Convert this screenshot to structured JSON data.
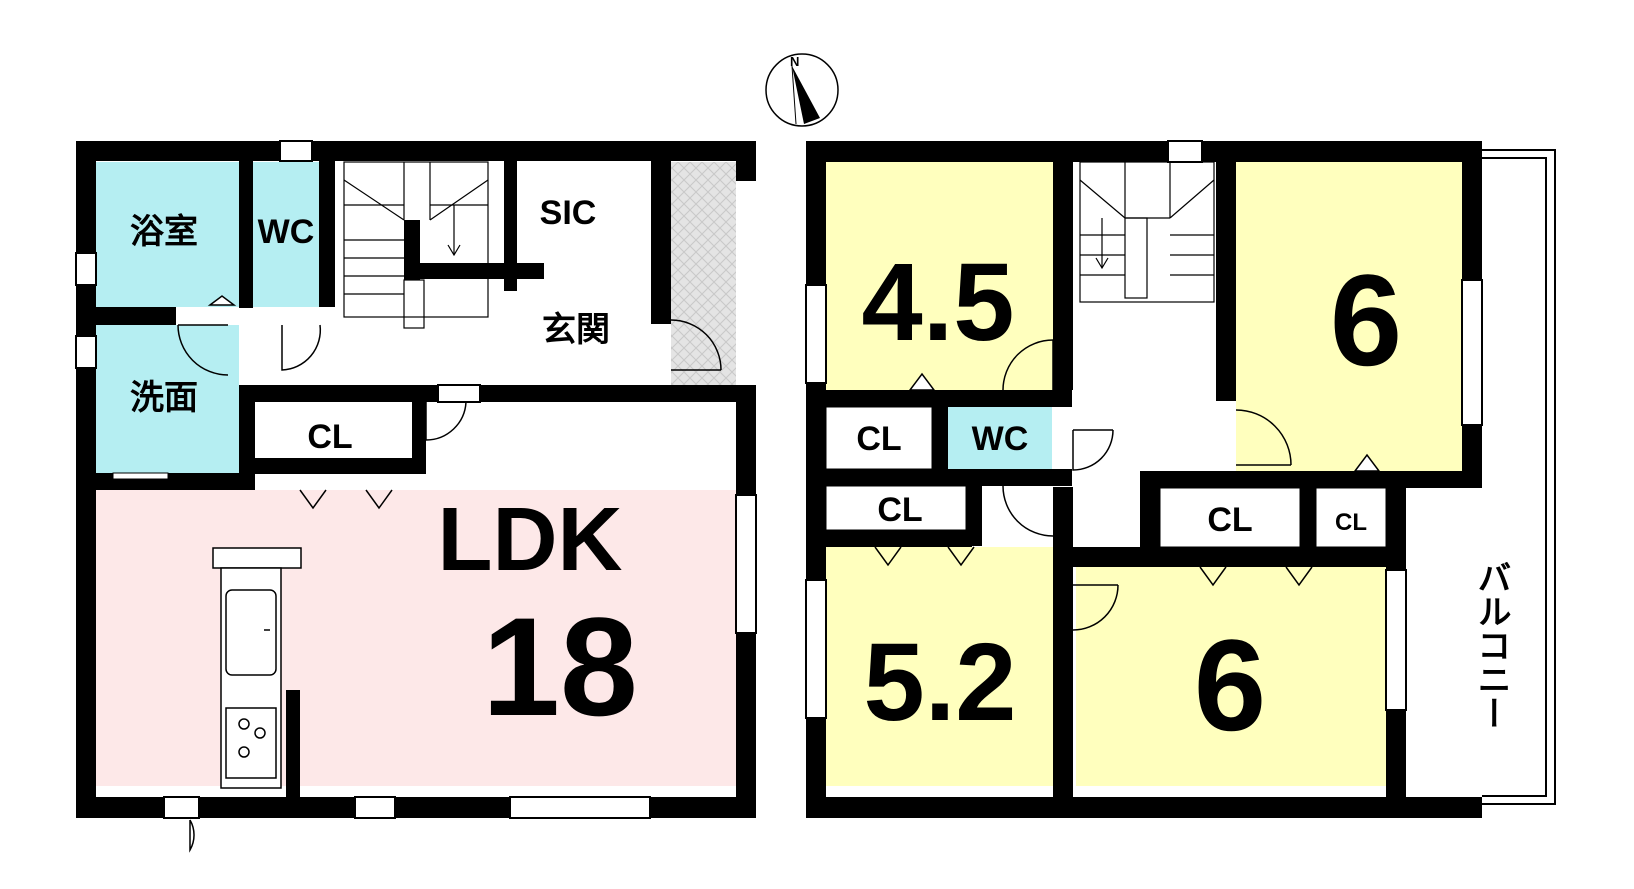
{
  "plan": {
    "floor1": {
      "bath": "浴室",
      "wc": "WC",
      "sic": "SIC",
      "entrance": "玄関",
      "washroom": "洗面",
      "closet": "CL",
      "ldk_label": "LDK",
      "ldk_size": "18"
    },
    "floor2": {
      "room_nw": "4.5",
      "room_ne": "6",
      "room_sw": "5.2",
      "room_se": "6",
      "closet_a": "CL",
      "closet_b": "CL",
      "closet_c": "CL",
      "closet_d": "CL",
      "wc": "WC",
      "balcony": "バルコニー"
    },
    "compass": {
      "north": "N"
    }
  },
  "colors": {
    "wet_area": "#b5eef2",
    "ldk": "#fde8e8",
    "bedroom": "#ffffbe",
    "wall": "#000000"
  }
}
